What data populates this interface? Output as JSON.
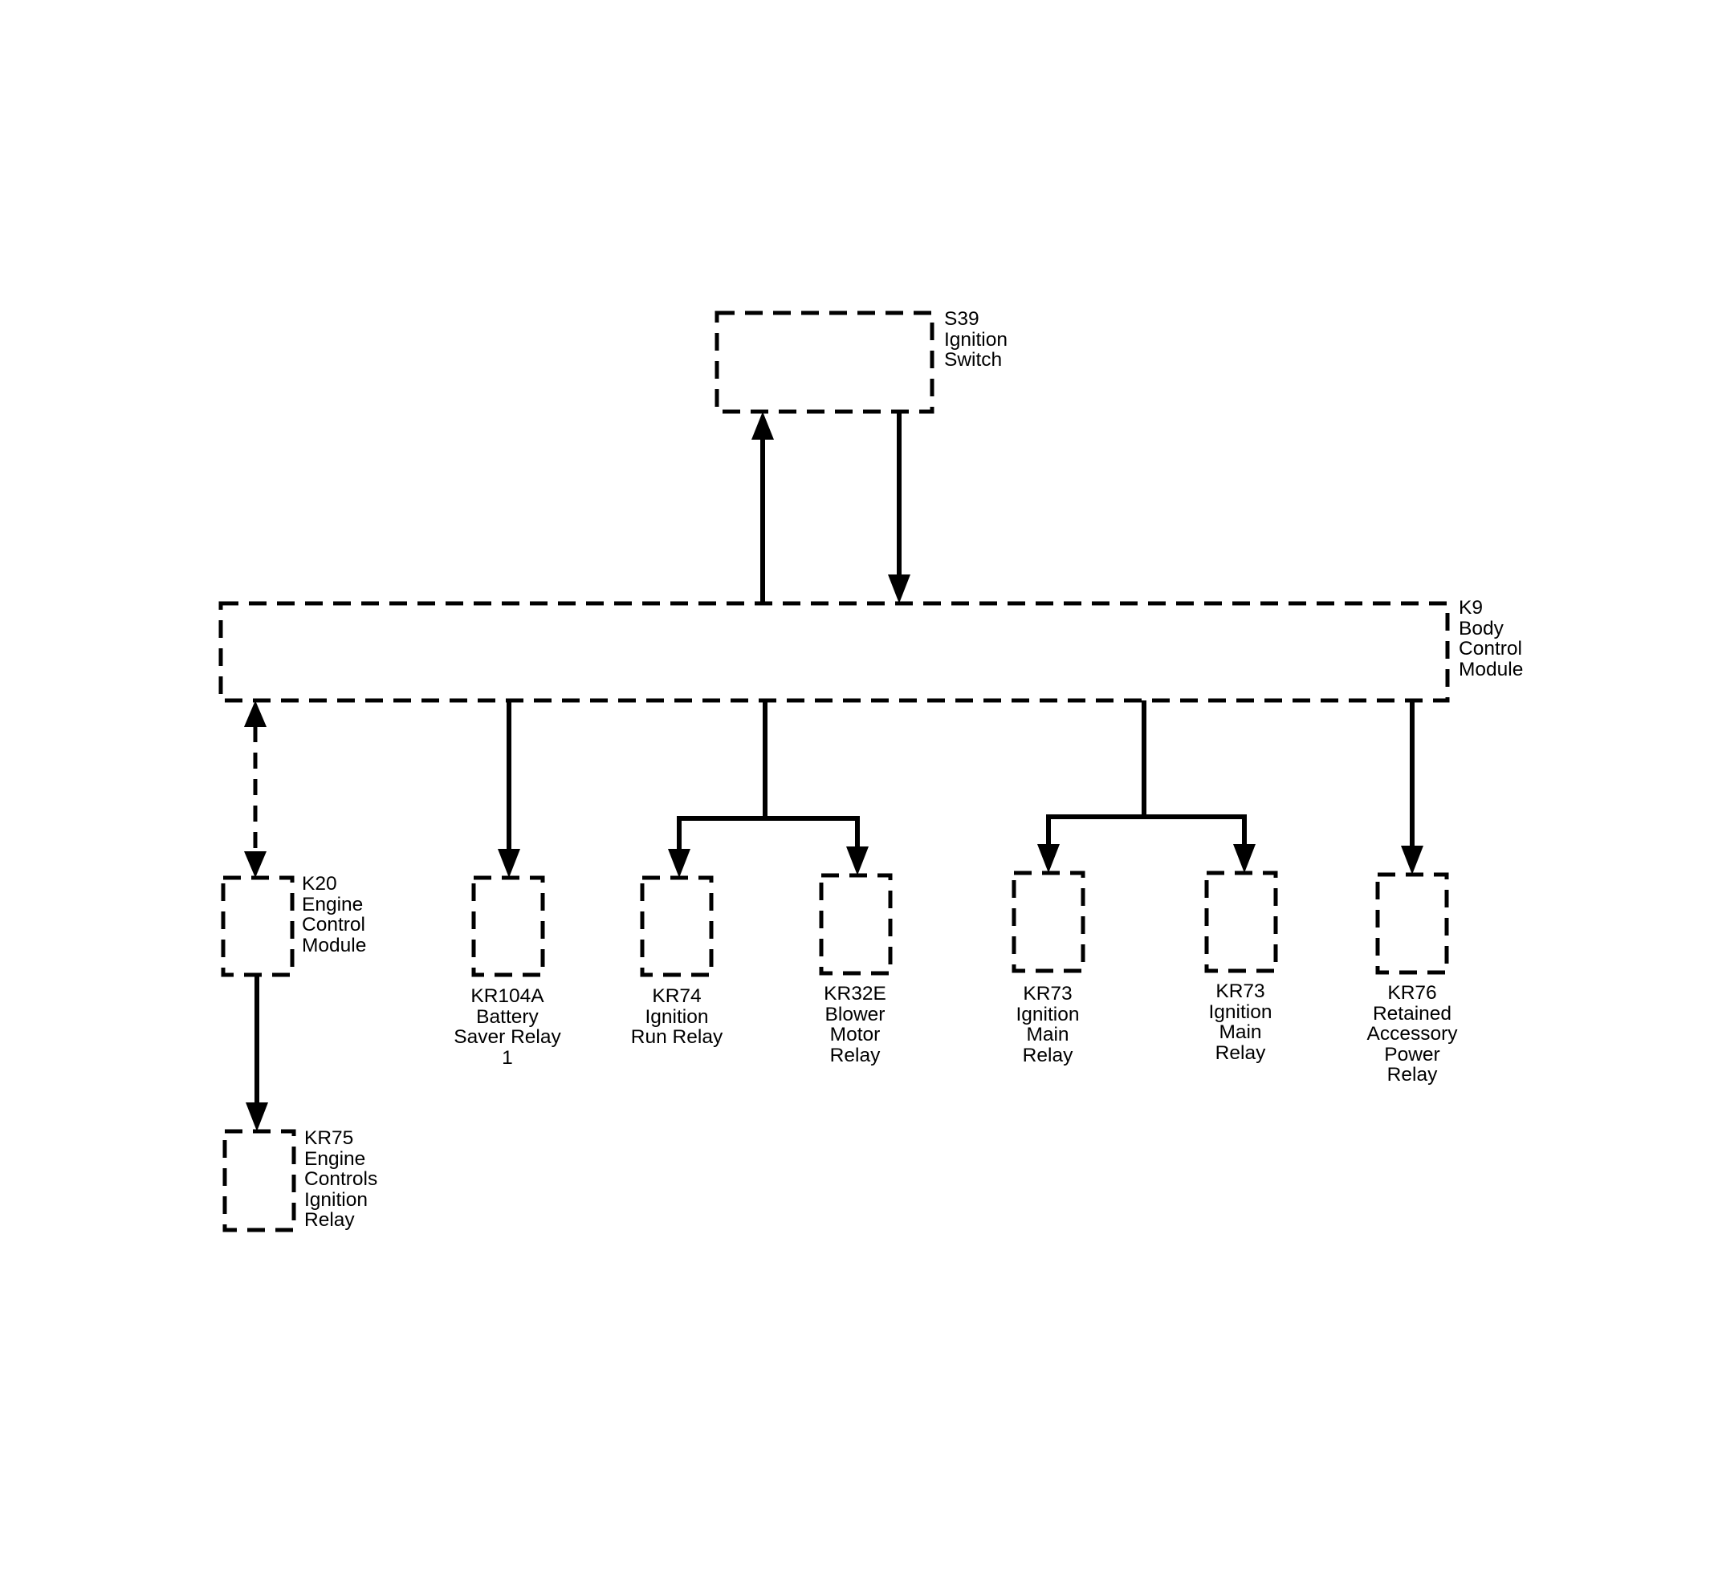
{
  "components": {
    "s39": {
      "lines": [
        "S39",
        "Ignition",
        "Switch"
      ]
    },
    "k9": {
      "lines": [
        "K9",
        "Body",
        "Control",
        "Module"
      ]
    },
    "k20": {
      "lines": [
        "K20",
        "Engine",
        "Control",
        "Module"
      ]
    },
    "kr75": {
      "lines": [
        "KR75",
        "Engine",
        "Controls",
        "Ignition",
        "Relay"
      ]
    },
    "kr104a": {
      "lines": [
        "KR104A",
        "Battery",
        "Saver Relay",
        "1"
      ]
    },
    "kr74": {
      "lines": [
        "KR74",
        "Ignition",
        "Run Relay"
      ]
    },
    "kr32e": {
      "lines": [
        "KR32E",
        "Blower",
        "Motor",
        "Relay"
      ]
    },
    "kr73_a": {
      "lines": [
        "KR73",
        "Ignition",
        "Main",
        "Relay"
      ]
    },
    "kr73_b": {
      "lines": [
        "KR73",
        "Ignition",
        "Main",
        "Relay"
      ]
    },
    "kr76": {
      "lines": [
        "KR76",
        "Retained",
        "Accessory",
        "Power",
        "Relay"
      ]
    }
  }
}
